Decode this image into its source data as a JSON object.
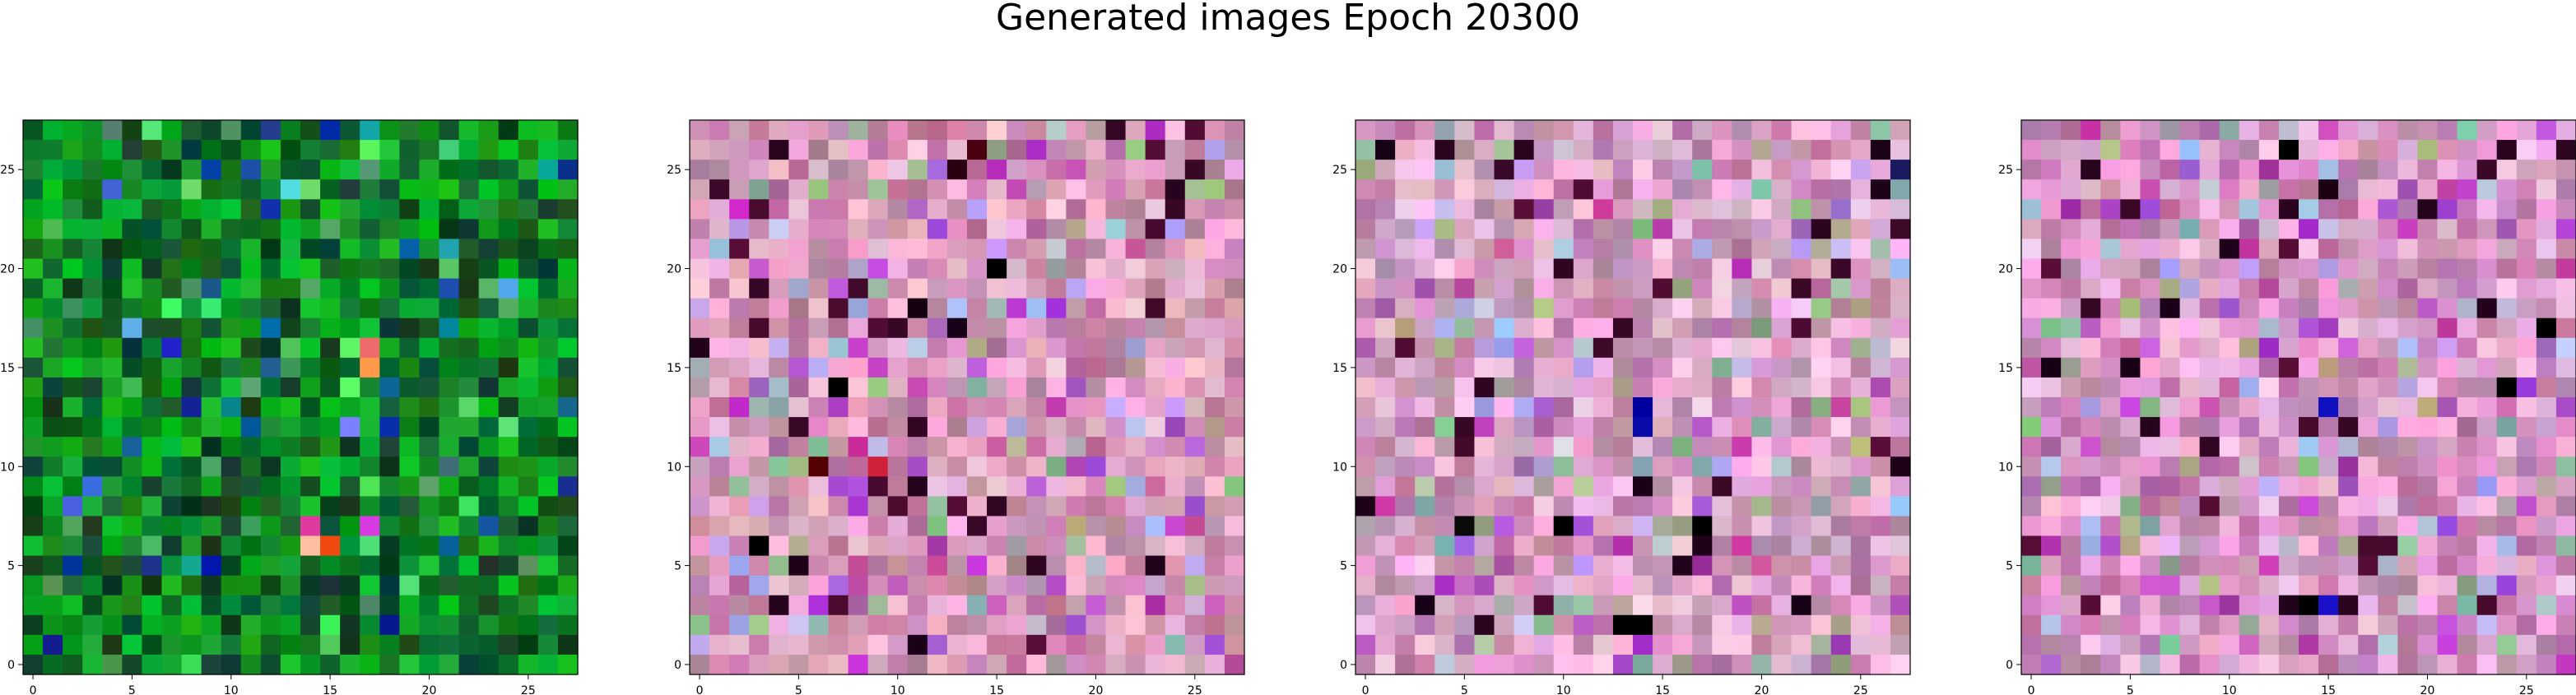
{
  "figure": {
    "title": "Generated images Epoch 20300"
  },
  "chart_data": [
    {
      "type": "heatmap",
      "palette": "green",
      "grid_size": 28,
      "xlim": [
        -0.5,
        27.5
      ],
      "ylim": [
        27.5,
        -0.5
      ],
      "x_ticks": [
        0,
        5,
        10,
        15,
        20,
        25
      ],
      "y_ticks": [
        0,
        5,
        10,
        15,
        20,
        25
      ],
      "grid": false,
      "seed": 11,
      "base_color": "#0a8a14",
      "highlights": [
        {
          "row": 3,
          "col": 8,
          "color": "#6fdc6a"
        },
        {
          "row": 3,
          "col": 14,
          "color": "#6fdc6a"
        },
        {
          "row": 10,
          "col": 5,
          "color": "#5fb0e8"
        },
        {
          "row": 11,
          "col": 7,
          "color": "#2222cc"
        },
        {
          "row": 11,
          "col": 17,
          "color": "#ef6a6a"
        },
        {
          "row": 12,
          "col": 17,
          "color": "#ff9a4a"
        },
        {
          "row": 15,
          "col": 16,
          "color": "#7a80ff"
        },
        {
          "row": 18,
          "col": 3,
          "color": "#3a6ee0"
        },
        {
          "row": 19,
          "col": 2,
          "color": "#4a60e0"
        },
        {
          "row": 20,
          "col": 14,
          "color": "#e03aa0"
        },
        {
          "row": 21,
          "col": 14,
          "color": "#ffbfa0"
        },
        {
          "row": 21,
          "col": 15,
          "color": "#f04a10"
        },
        {
          "row": 20,
          "col": 17,
          "color": "#d63ae0"
        }
      ]
    },
    {
      "type": "heatmap",
      "palette": "pink",
      "grid_size": 28,
      "xlim": [
        -0.5,
        27.5
      ],
      "ylim": [
        27.5,
        -0.5
      ],
      "x_ticks": [
        0,
        5,
        10,
        15,
        20,
        25
      ],
      "y_ticks": [
        0,
        5,
        10,
        15,
        20,
        25
      ],
      "grid": false,
      "seed": 23,
      "base_color": "#c89aae",
      "highlights": [
        {
          "row": 1,
          "col": 14,
          "color": "#4a0010"
        },
        {
          "row": 2,
          "col": 13,
          "color": "#2a0010"
        },
        {
          "row": 7,
          "col": 15,
          "color": "#000000"
        },
        {
          "row": 9,
          "col": 11,
          "color": "#140010"
        },
        {
          "row": 13,
          "col": 7,
          "color": "#000000"
        },
        {
          "row": 17,
          "col": 6,
          "color": "#550000"
        },
        {
          "row": 17,
          "col": 9,
          "color": "#d0203a"
        },
        {
          "row": 21,
          "col": 3,
          "color": "#000000"
        }
      ]
    },
    {
      "type": "heatmap",
      "palette": "pink",
      "grid_size": 28,
      "xlim": [
        -0.5,
        27.5
      ],
      "ylim": [
        27.5,
        -0.5
      ],
      "x_ticks": [
        0,
        5,
        10,
        15,
        20,
        25
      ],
      "y_ticks": [
        0,
        5,
        10,
        15,
        20,
        25
      ],
      "grid": false,
      "seed": 37,
      "base_color": "#c8a0b8",
      "highlights": [
        {
          "row": 2,
          "col": 27,
          "color": "#1a1a60"
        },
        {
          "row": 14,
          "col": 14,
          "color": "#0000a0"
        },
        {
          "row": 15,
          "col": 14,
          "color": "#0a0aa8"
        },
        {
          "row": 20,
          "col": 5,
          "color": "#0a0a0a"
        },
        {
          "row": 20,
          "col": 10,
          "color": "#000000"
        },
        {
          "row": 20,
          "col": 17,
          "color": "#000000"
        },
        {
          "row": 25,
          "col": 13,
          "color": "#000000"
        },
        {
          "row": 25,
          "col": 14,
          "color": "#000000"
        },
        {
          "row": 16,
          "col": 10,
          "color": "#e0e0e8"
        }
      ]
    },
    {
      "type": "heatmap",
      "palette": "pink",
      "grid_size": 28,
      "xlim": [
        -0.5,
        27.5
      ],
      "ylim": [
        27.5,
        -0.5
      ],
      "x_ticks": [
        0,
        5,
        10,
        15,
        20,
        25
      ],
      "y_ticks": [
        0,
        5,
        10,
        15,
        20,
        25
      ],
      "grid": false,
      "seed": 53,
      "base_color": "#c898b8",
      "highlights": [
        {
          "row": 1,
          "col": 13,
          "color": "#000000"
        },
        {
          "row": 3,
          "col": 15,
          "color": "#1a0010"
        },
        {
          "row": 10,
          "col": 26,
          "color": "#000000"
        },
        {
          "row": 13,
          "col": 24,
          "color": "#000000"
        },
        {
          "row": 14,
          "col": 15,
          "color": "#1010c0"
        },
        {
          "row": 24,
          "col": 14,
          "color": "#000000"
        },
        {
          "row": 24,
          "col": 15,
          "color": "#1a10c8"
        }
      ]
    }
  ]
}
